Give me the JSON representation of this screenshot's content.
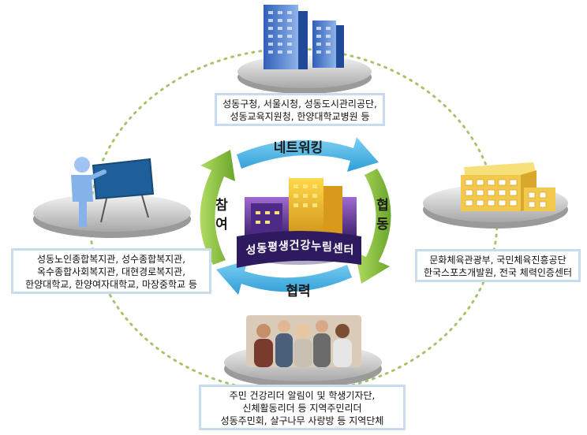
{
  "center": {
    "title": "성동평생건강누림센터"
  },
  "cycle": {
    "top": "네트워킹",
    "right": "협동",
    "bottom": "협력",
    "left": "참여"
  },
  "nodes": {
    "top": {
      "icon": "office-buildings-icon",
      "lines": [
        "성동구청,  서울시청, 성동도시관리공단,",
        "성동교육지원청, 한양대학교병원 등"
      ]
    },
    "left": {
      "icon": "teacher-whiteboard-icon",
      "lines": [
        "성동노인종합복지관, 성수종합복지관,",
        "옥수종합사회복지관,  대현경로복지관,",
        "한양대학교, 한양여자대학교, 마장중학교 등"
      ]
    },
    "right": {
      "icon": "institution-building-icon",
      "lines": [
        "문화체육관광부, 국민체육진흥공단",
        "한국스포츠개발원, 전국 체력인증센터"
      ]
    },
    "bottom": {
      "icon": "people-group-photo",
      "lines": [
        "주민 건강리더 알림이 및  학생기자단,",
        "신체활동리더 등 지역주민리더",
        "성동주민회, 살구나무 사랑방 등 지역단체"
      ]
    }
  },
  "colors": {
    "arrow_blue": "#4fb6e6",
    "arrow_green": "#8cc43e",
    "platform": "#b9b9b9",
    "box_border": "#c9dcef",
    "dotted_ring": "#a6c46a",
    "center_dark": "#3b1f6a",
    "center_building": "#f2c12e"
  }
}
